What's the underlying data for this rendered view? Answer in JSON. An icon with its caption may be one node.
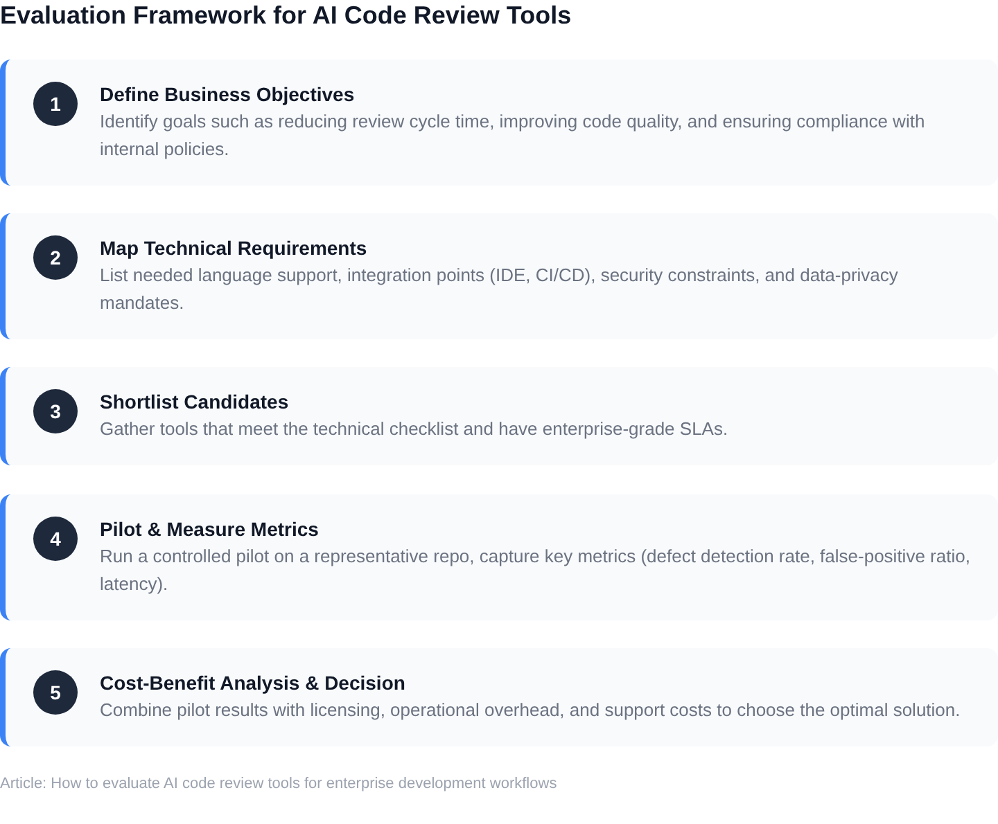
{
  "diagram": {
    "title": "Evaluation Framework for AI Code Review Tools",
    "nodes": [
      {
        "text": [
          "Define Business Objectives",
          "Identify goals such as reducing review cycle time, improving code quality, and ensuring compliance with internal policies."
        ]
      },
      {
        "text": [
          "1"
        ],
        "in": 0
      },
      {
        "text": [
          "Map Technical Requirements",
          "List needed language support, integration points (IDE, CI/CD), security constraints, and data-privacy mandates."
        ]
      },
      {
        "text": [
          "2"
        ],
        "in": 2
      },
      {
        "text": [
          "Shortlist Candidates",
          "Gather tools that meet the technical checklist and have enterprise-grade SLAs."
        ]
      },
      {
        "text": [
          "3"
        ],
        "in": 4
      },
      {
        "text": [
          "Pilot & Measure Metrics",
          "Run a controlled pilot on a representative repo, capture key metrics (defect detection rate, false-positive ratio, latency)."
        ]
      },
      {
        "text": [
          "4"
        ],
        "in": 6
      },
      {
        "text": [
          "Cost-Benefit Analysis & Decision",
          "Combine pilot results with licensing, operational overhead, and support costs to choose the optimal solution."
        ]
      },
      {
        "text": [
          "5"
        ],
        "in": 8
      }
    ],
    "labels": [
      "Article: How to evaluate AI code review tools for enterprise development workflows"
    ]
  }
}
